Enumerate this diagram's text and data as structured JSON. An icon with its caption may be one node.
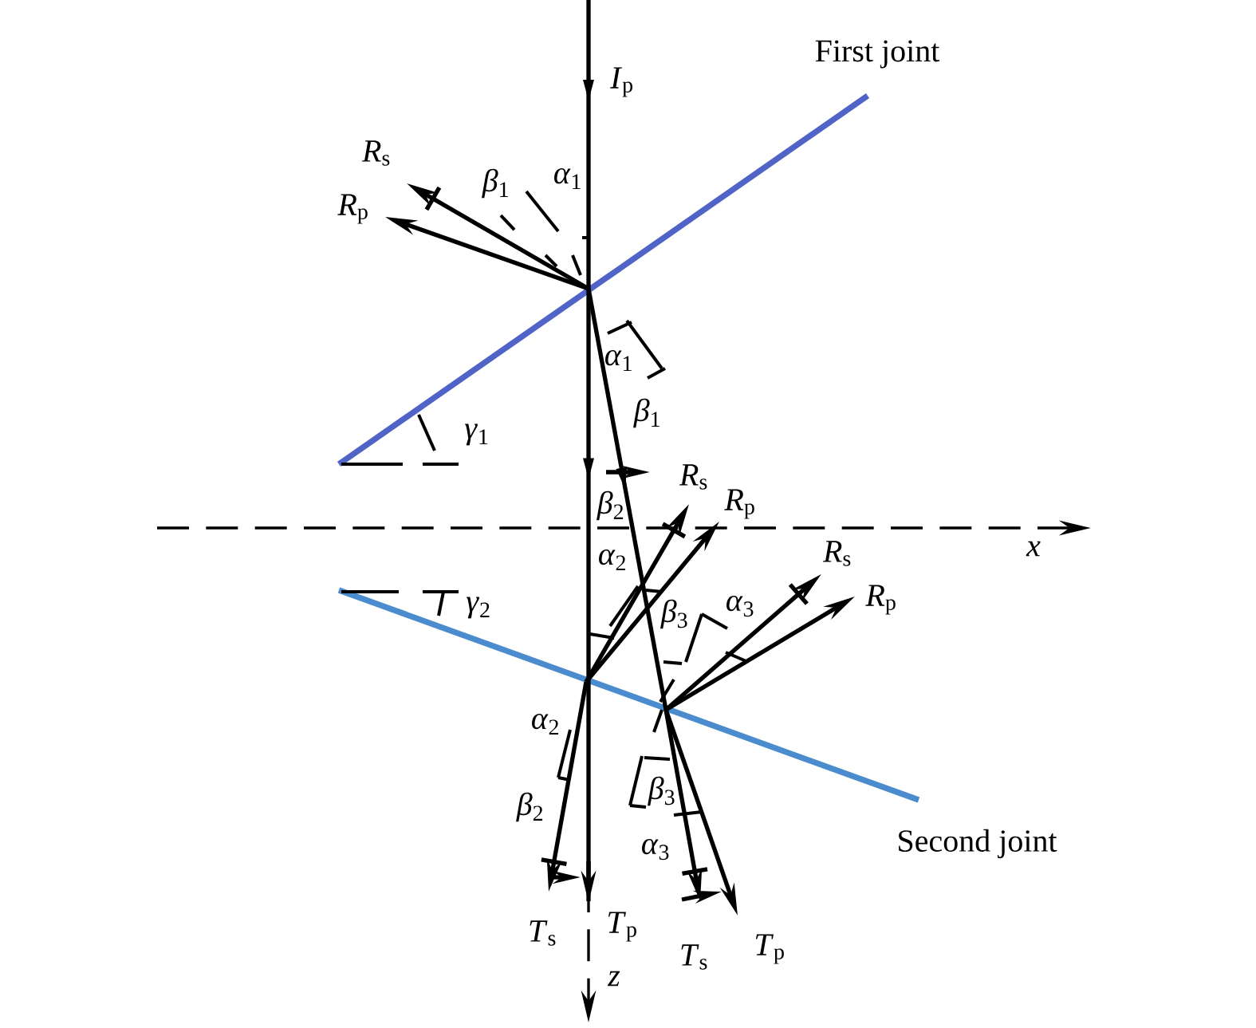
{
  "diagram": {
    "labels": [
      "First joint",
      "*I*$_{p}$",
      "*R*$_{s}$",
      "*β*$_{1}$",
      "*α*$_{1}$",
      "*R*$_{p}$",
      "*α*$_{1}$",
      "*β*$_{1}$",
      "*γ*$_{1}$",
      "*β*$_{2}$",
      "*R*$_{s}$",
      "*R*$_{p}$",
      "*x*",
      "*α*$_{2}$",
      "*R*$_{s}$",
      "*γ*$_{2}$",
      "*β*$_{3}$",
      "*α*$_{3}$",
      "*R*$_{p}$",
      "*α*$_{2}$",
      "*β*$_{2}$",
      "*β*$_{3}$",
      "*α*$_{3}$",
      "Second joint",
      "*T*$_{s}$",
      "*T*$_{p}$",
      "*T*$_{s}$",
      "*T*$_{p}$",
      "*z*"
    ]
  }
}
